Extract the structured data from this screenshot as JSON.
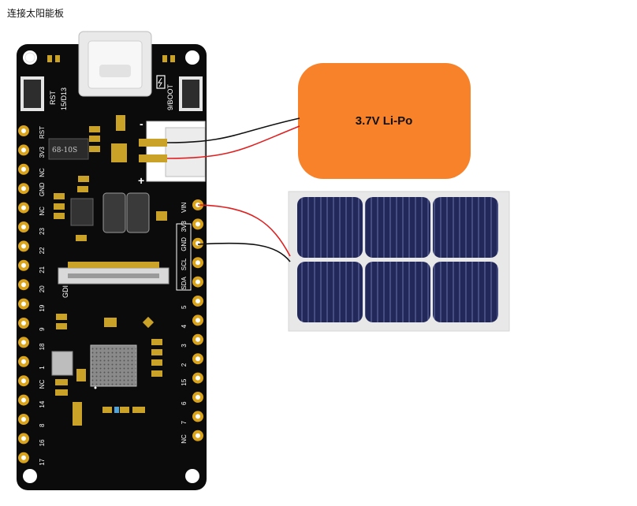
{
  "title": "连接太阳能板",
  "battery": {
    "label": "3.7V Li-Po",
    "color": "#f7822a"
  },
  "board": {
    "button_labels": {
      "rst": "RST",
      "d13": "15/D13",
      "boot": "9/BOOT",
      "gdi": "GDI"
    },
    "chip_marking": "68-10S",
    "connector_marks": {
      "minus": "-",
      "plus": "+"
    },
    "left_pins": [
      "RST",
      "3V3",
      "NC",
      "GND",
      "NC",
      "23",
      "22",
      "21",
      "20",
      "19",
      "9",
      "18",
      "1",
      "NC",
      "14",
      "8",
      "16",
      "17"
    ],
    "right_pins": [
      "VIN",
      "3V3",
      "GND",
      "SCL",
      "SDA",
      "5",
      "4",
      "3",
      "2",
      "15",
      "6",
      "7",
      "NC"
    ]
  },
  "wire_colors": {
    "negative": "#111111",
    "positive": "#e02020"
  },
  "colors": {
    "pcb": "#0b0b0b",
    "pad": "#d9a41c",
    "solar_cell": "#1f2350",
    "solar_frame": "#e8e8e8"
  }
}
